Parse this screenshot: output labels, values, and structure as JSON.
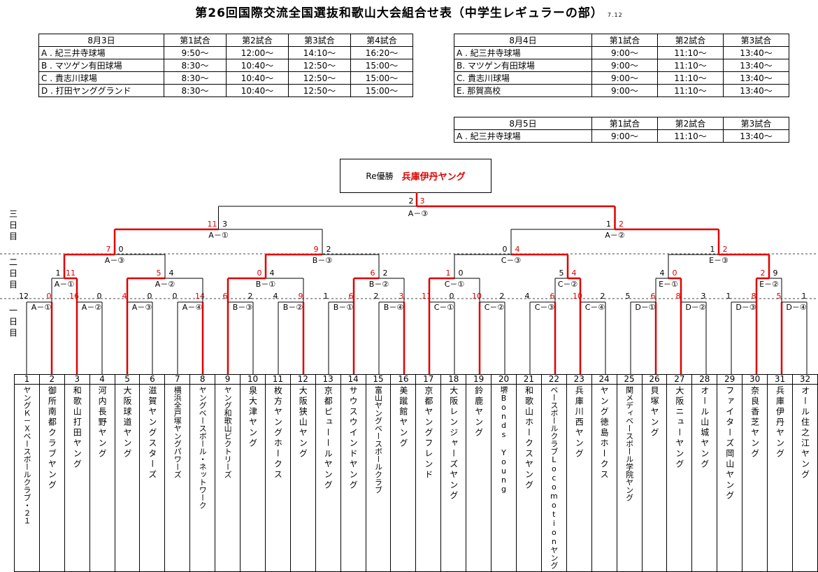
{
  "title": "第26回国際交流全国選抜和歌山大会組合せ表（中学生レギュラーの部）",
  "title_note": "7.12",
  "schedule": [
    {
      "date": "8月3日",
      "headers": [
        "第1試合",
        "第2試合",
        "第3試合",
        "第4試合"
      ],
      "rows": [
        [
          "A . 紀三井寺球場",
          "9:50～",
          "12:00～",
          "14:10～",
          "16:20～"
        ],
        [
          "B . マツゲン有田球場",
          "8:30～",
          "10:40～",
          "12:50～",
          "15:00～"
        ],
        [
          "C . 貴志川球場",
          "8:30～",
          "10:40～",
          "12:50～",
          "15:00～"
        ],
        [
          "D . 打田ヤンググランド",
          "8:30～",
          "10:40～",
          "12:50～",
          "15:00～"
        ]
      ]
    },
    {
      "date": "8月4日",
      "headers": [
        "第1試合",
        "第2試合",
        "第3試合"
      ],
      "rows": [
        [
          "A . 紀三井寺球場",
          "9:00～",
          "11:10～",
          "13:40～"
        ],
        [
          "B. マツゲン有田球場",
          "9:00～",
          "11:10～",
          "13:40～"
        ],
        [
          "C. 貴志川球場",
          "9:00～",
          "11:10～",
          "13:40～"
        ],
        [
          "E. 那賀高校",
          "9:00～",
          "11:10～",
          "13:40～"
        ]
      ]
    },
    {
      "date": "8月5日",
      "headers": [
        "第1試合",
        "第2試合",
        "第3試合"
      ],
      "rows": [
        [
          "A . 紀三井寺球場",
          "9:00～",
          "11:10～",
          "13:40～"
        ]
      ]
    }
  ],
  "winner_label": "Re優勝",
  "winner_name": "兵庫伊丹ヤング",
  "day_labels": [
    "三日目",
    "二日目",
    "一日目"
  ],
  "r1_labels": [
    "A－①",
    "A－②",
    "A－③",
    "A－④",
    "B－③",
    "B－②",
    "B－①",
    "B－④",
    "C－①",
    "C－②",
    "C－③",
    "C－④",
    "D－①",
    "D－②",
    "D－③",
    "D－④"
  ],
  "r1_scores": [
    [
      "12",
      "0"
    ],
    [
      "16",
      "0"
    ],
    [
      "4",
      "0"
    ],
    [
      "0",
      "14"
    ],
    [
      "6",
      "2"
    ],
    [
      "4",
      "9"
    ],
    [
      "1",
      "6"
    ],
    [
      "2",
      "3"
    ],
    [
      "11",
      "0"
    ],
    [
      "10",
      "2"
    ],
    [
      "4",
      "6"
    ],
    [
      "10",
      "2"
    ],
    [
      "5",
      "6"
    ],
    [
      "8",
      "3"
    ],
    [
      "1",
      "8"
    ],
    [
      "5",
      "1"
    ]
  ],
  "r2_labels": [
    "A－①",
    "A－②",
    "B－①",
    "B－②",
    "C－①",
    "C－②",
    "E－①",
    "E－②"
  ],
  "r2_scores": [
    [
      "1",
      "11"
    ],
    [
      "5",
      "4"
    ],
    [
      "0",
      "4"
    ],
    [
      "6",
      "2"
    ],
    [
      "1",
      "0"
    ],
    [
      "5",
      "4"
    ],
    [
      "4",
      "0"
    ],
    [
      "2",
      "9"
    ]
  ],
  "r3_labels": [
    "A－③",
    "B－③",
    "C－③",
    "E－③"
  ],
  "r3_scores": [
    [
      "7",
      "0"
    ],
    [
      "9",
      "2"
    ],
    [
      "0",
      "4"
    ],
    [
      "1",
      "2"
    ]
  ],
  "sf_labels": [
    "A－①",
    "A－②"
  ],
  "sf_scores": [
    [
      "11",
      "3"
    ],
    [
      "1",
      "2"
    ]
  ],
  "final_label": "A－③",
  "final_score": [
    "2",
    "3"
  ],
  "teams": [
    "ヤングＫ－Ｘベースボールクラブ・２１",
    "御所南都クラブヤング",
    "和歌山打田ヤング",
    "河内長野ヤング",
    "大阪球道ヤング",
    "滋賀ヤングスターズ",
    "横浜全戸塚ヤングパワーズ",
    "ヤングベースボール・ネットワーク",
    "ヤング和歌山ビクトリーズ",
    "泉大津ヤング",
    "枚方ヤングホークス",
    "大阪狭山ヤング",
    "京都ピューールヤング",
    "サウスウインドヤング",
    "富山ヤングベースボールクラブ",
    "美蹴館ヤング",
    "京都ヤングフレンド",
    "大阪レンジャーズヤング",
    "鈴鹿ヤング",
    "堺Bonds Young",
    "和歌山ホークスヤング",
    "ベースボールクラブLocomotionヤング",
    "兵庫川西ヤング",
    "ヤング徳島ホークス",
    "関メディベースボール学院ヤング",
    "貝塚ヤング",
    "大阪ニューヤング",
    "オール山城ヤング",
    "ファイターズ岡山ヤング",
    "奈良香芝ヤング",
    "兵庫伊丹ヤング",
    "オール住之江ヤング"
  ],
  "winners": {
    "r1": [
      1,
      0,
      0,
      1,
      0,
      1,
      1,
      1,
      0,
      0,
      1,
      0,
      1,
      0,
      1,
      0
    ],
    "r2": [
      1,
      0,
      0,
      0,
      0,
      1,
      1,
      0
    ],
    "r3": [
      0,
      0,
      1,
      1
    ],
    "sf": [
      0,
      1
    ],
    "final": [
      1
    ]
  },
  "colors": {
    "win": "#e00000",
    "line": "#000000"
  }
}
